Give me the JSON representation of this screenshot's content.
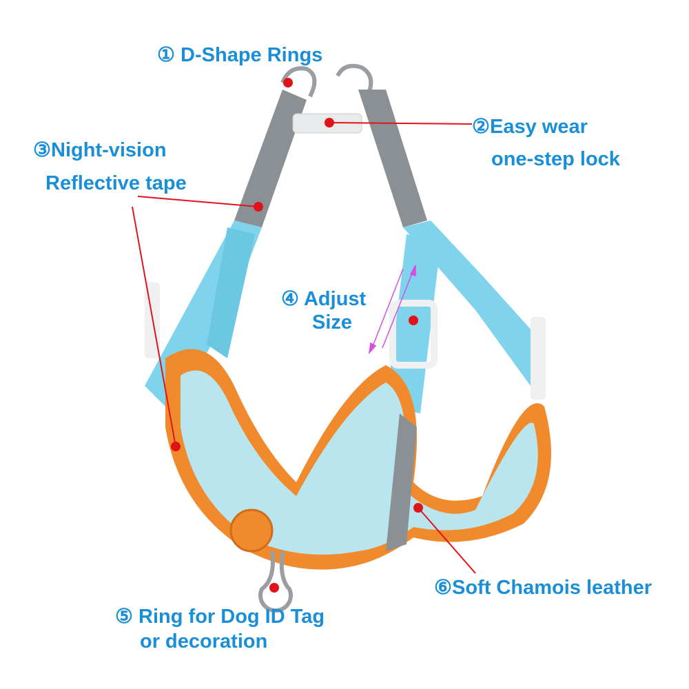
{
  "colors": {
    "label": "#1a8fd8",
    "pointer": "#e0131b",
    "strap": "#7fd3ec",
    "trim": "#f08a2c",
    "reflective": "#8b9094",
    "arrow": "#d24fe0"
  },
  "callouts": {
    "d_rings": "① D-Shape Rings",
    "easy_wear_1": "②Easy wear",
    "easy_wear_2": "one-step lock",
    "reflective_1": "③Night-vision",
    "reflective_2": "Reflective tape",
    "adjust_1": "④ Adjust",
    "adjust_2": "Size",
    "id_ring_1": "⑤ Ring for Dog ID Tag",
    "id_ring_2": "or decoration",
    "chamois": "⑥Soft Chamois leather"
  }
}
